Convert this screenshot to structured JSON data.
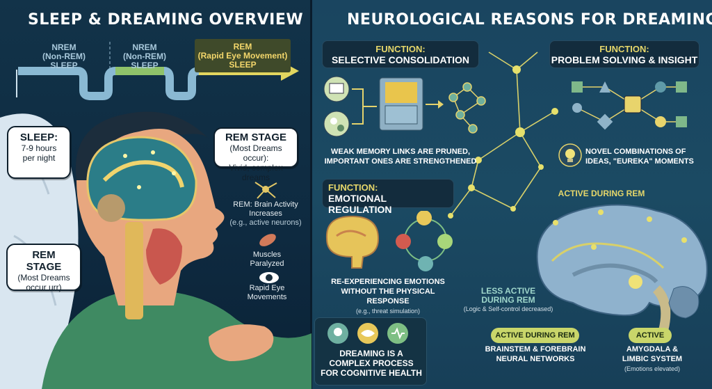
{
  "left": {
    "title": "SLEEP & DREAMING OVERVIEW",
    "hypnogram": {
      "nrem1_line1": "NREM",
      "nrem1_line2": "(Non-REM)",
      "nrem1_line3": "SLEEP",
      "nrem2_line1": "NREM",
      "nrem2_line2": "(Non-REM)",
      "nrem2_line3": "SLEEP",
      "rem_line1": "REM",
      "rem_line2": "(Rapid Eye Movement)",
      "rem_line3": "SLEEP"
    },
    "sleep_bubble": {
      "heading": "SLEEP:",
      "line1": "7-9 hours",
      "line2": "per night"
    },
    "rem_bubble_top": {
      "heading": "REM STAGE",
      "line1": "(Most Dreams occur):",
      "line2": "Vivid, complex dreams"
    },
    "rem_bubble_bottom": {
      "heading": "REM STAGE",
      "line1": "(Most Dreams",
      "line2": "occur urr)"
    },
    "annotations": {
      "brain_activity_1": "REM: Brain Activity",
      "brain_activity_2": "Increases",
      "brain_activity_3": "(e.g., active neurons)",
      "muscles_1": "Muscles",
      "muscles_2": "Paralyzed",
      "eye_1": "Rapid Eye",
      "eye_2": "Movements"
    }
  },
  "right": {
    "title": "NEUROLOGICAL REASONS FOR DREAMING",
    "selective": {
      "label": "FUNCTION:",
      "title": "SELECTIVE CONSOLIDATION"
    },
    "selective_caption_1": "WEAK MEMORY LINKS ARE PRUNED,",
    "selective_caption_2": "IMPORTANT ONES ARE STRENGTHENED",
    "problem": {
      "label": "FUNCTION:",
      "title": "PROBLEM SOLVING & INSIGHT"
    },
    "problem_caption_1": "NOVEL COMBINATIONS OF",
    "problem_caption_2": "IDEAS, \"EUREKA\" MOMENTS",
    "emotional": {
      "label": "FUNCTION:",
      "title": "EMOTIONAL REGULATION"
    },
    "emotional_caption_1": "RE-EXPERIENCING EMOTIONS",
    "emotional_caption_2": "WITHOUT THE PHYSICAL RESPONSE",
    "emotional_caption_3": "(e.g., threat simulation)",
    "active_during_rem_top": "ACTIVE DURING REM",
    "less_active_1": "LESS ACTIVE",
    "less_active_2": "DURING REM",
    "less_active_3": "(Logic & Self-control decreased)",
    "pill_active_rem": "ACTIVE DURING REM",
    "pill_active": "ACTIVE",
    "brainstem_1": "BRAINSTEM & FOREBRAIN",
    "brainstem_2": "NEURAL NETWORKS",
    "amygdala_1": "AMYGDALA &",
    "amygdala_2": "LIMBIC SYSTEM",
    "amygdala_3": "(Emotions elevated)",
    "summary_1": "DREAMING IS A",
    "summary_2": "COMPLEX PROCESS",
    "summary_3": "FOR COGNITIVE HEALTH"
  },
  "colors": {
    "accent_yellow": "#e6d76a",
    "accent_green": "#8fc26a",
    "hyp_blue": "#7fb8d6"
  }
}
